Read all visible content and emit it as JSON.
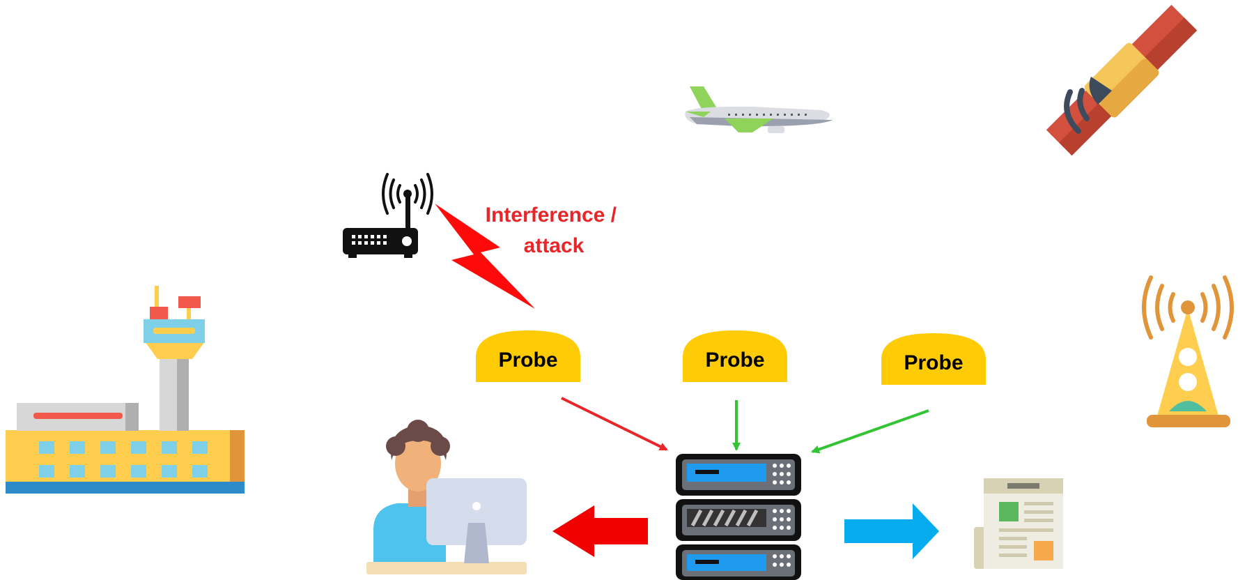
{
  "diagram": {
    "attack_label_line1": "Interference /",
    "attack_label_line2": "attack",
    "probes": [
      {
        "label": "Probe"
      },
      {
        "label": "Probe"
      },
      {
        "label": "Probe"
      }
    ],
    "colors": {
      "attack": "#E8262A",
      "probe": "#FFCB05",
      "ok_link": "#33C433",
      "bad_link": "#E8262A",
      "server_screen": "#1E9BEF",
      "output_arrow": "#06ACEE",
      "alert_arrow": "#F20000"
    },
    "icons": [
      "airport-building-icon",
      "control-tower-icon",
      "airplane-icon",
      "satellite-icon",
      "radio-tower-icon",
      "wifi-router-icon",
      "lightning-bolt-icon",
      "server-rack-icon",
      "operator-at-computer-icon",
      "newspaper-report-icon"
    ]
  }
}
